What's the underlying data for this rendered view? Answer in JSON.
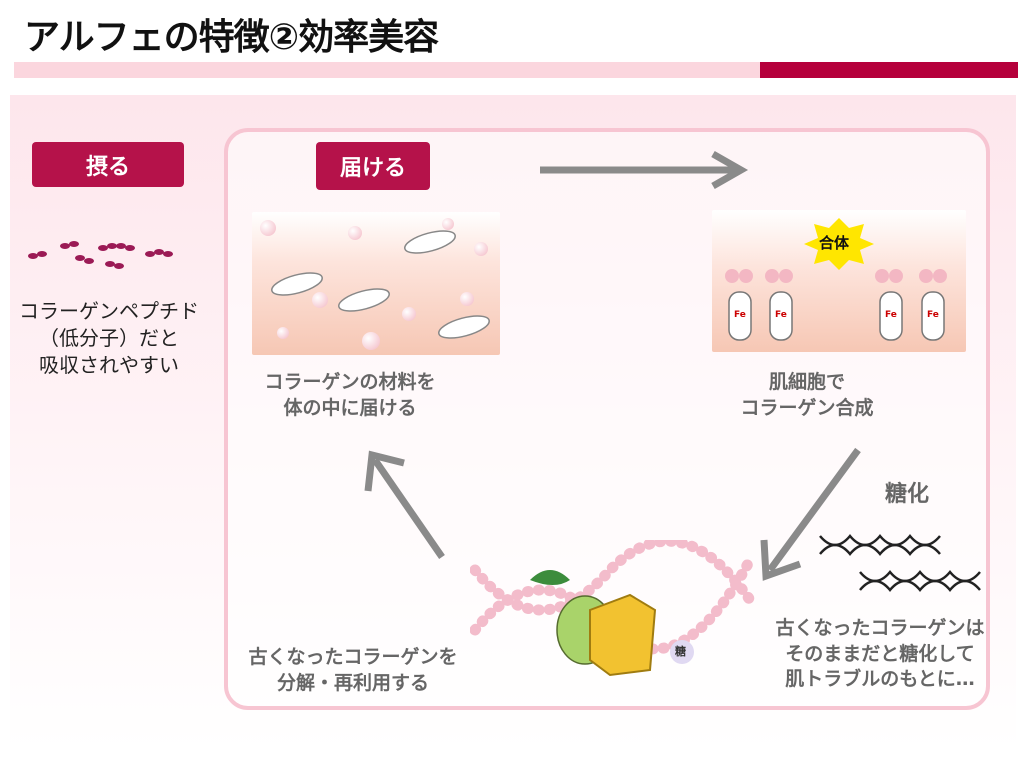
{
  "title": "アルフェの特徴②効率美容",
  "steps": {
    "take": {
      "label": "摂る",
      "caption": [
        "コラーゲンペプチド",
        "（低分子）だと",
        "吸収されやすい"
      ]
    },
    "deliver": {
      "label": "届ける",
      "caption": [
        "コラーゲンの材料を",
        "体の中に届ける"
      ]
    },
    "synthesize": {
      "badge": "合体",
      "cell_mark": "Fe",
      "caption": [
        "肌細胞で",
        "コラーゲン合成"
      ]
    },
    "glycation": {
      "heading": "糖化",
      "caption": [
        "古くなったコラーゲンは",
        "そのままだと糖化して",
        "肌トラブルのもとに…"
      ]
    },
    "recycle": {
      "box_mark": "糖",
      "caption": [
        "古くなったコラーゲンを",
        "分解・再利用する"
      ]
    }
  },
  "colors": {
    "accent": "#b5003c",
    "bar_light": "#fbd6de",
    "label": "#b5124a",
    "arrow": "#8a8a8a"
  }
}
